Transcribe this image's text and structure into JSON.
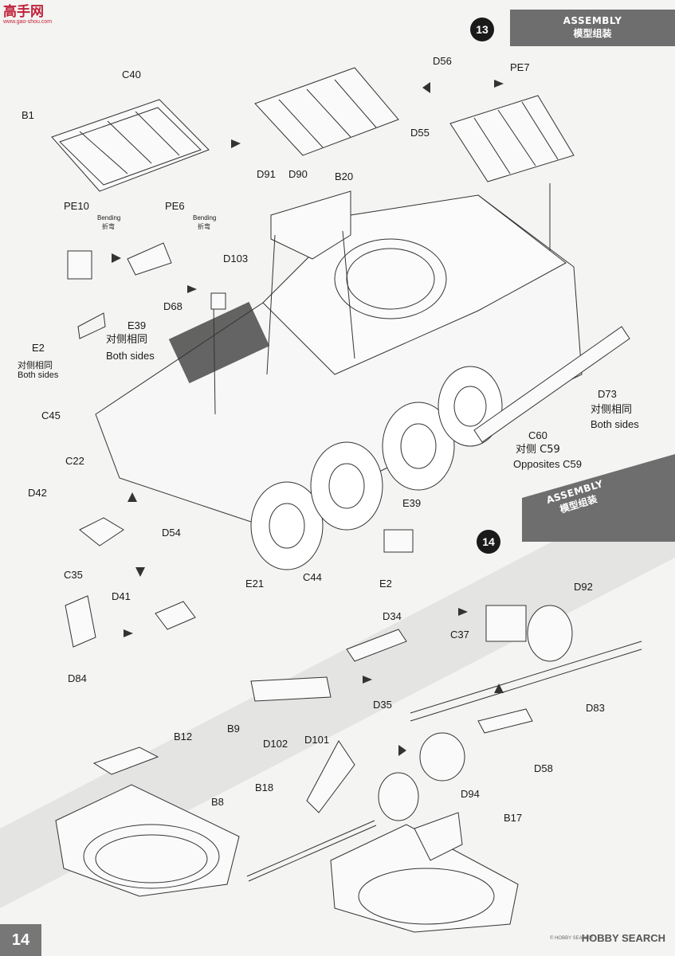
{
  "header": {
    "logo_text": "高手网",
    "logo_sub": "www.gao-shou.com",
    "step13": "13",
    "step14": "14",
    "assembly_en": "ASSEMBLY",
    "assembly_zh": "模型组装"
  },
  "labels": {
    "C40": "C40",
    "B1": "B1",
    "D91": "D91",
    "D90": "D90",
    "B20": "B20",
    "D56": "D56",
    "PE7": "PE7",
    "D55": "D55",
    "PE10": "PE10",
    "PE6": "PE6",
    "bending_en": "Bending",
    "bending_zh": "折弯",
    "D103": "D103",
    "D68": "D68",
    "E39": "E39",
    "E2": "E2",
    "both_zh": "对侧相同",
    "both_en": "Both sides",
    "C45": "C45",
    "D73": "D73",
    "C60": "C60",
    "opp_zh": "对侧 C59",
    "opp_en": "Opposites C59",
    "C22": "C22",
    "D42": "D42",
    "D54": "D54",
    "E21": "E21",
    "D41": "D41",
    "C35": "C35",
    "D84": "D84",
    "C44": "C44",
    "D34": "D34",
    "C37": "C37",
    "D92": "D92",
    "D35": "D35",
    "D83": "D83",
    "B9": "B9",
    "D102": "D102",
    "D101": "D101",
    "D58": "D58",
    "B12": "B12",
    "B8": "B8",
    "B18": "B18",
    "D94": "D94",
    "B17": "B17"
  },
  "footer": {
    "page_number": "14",
    "watermark": "HOBBY SEARCH",
    "copyright": "© HOBBY SEARCH"
  }
}
